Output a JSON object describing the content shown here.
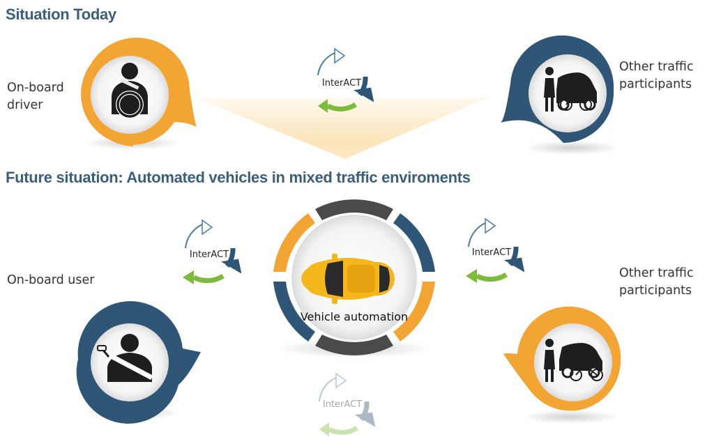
{
  "headings": {
    "today": "Situation Today",
    "future": "Future situation: Automated vehicles in mixed traffic enviroments"
  },
  "today": {
    "driver_label": [
      "On-board",
      "driver"
    ],
    "traffic_label": [
      "Other traffic",
      "participants"
    ],
    "cycle_label": "InterACT"
  },
  "future": {
    "user_label": "On-board user",
    "traffic_label": [
      "Other traffic",
      "participants"
    ],
    "cycle_left": "InterACT",
    "cycle_right": "InterACT",
    "cycle_bottom": "InterACT",
    "hub_label": "Vehicle automation"
  },
  "colors": {
    "heading": "#3a5e7c",
    "orange": "#f3a534",
    "navy": "#2f5577",
    "dark_segment": "#4a4a4a",
    "cycle_blue": "#4a7aa4",
    "cycle_green": "#7cbb3c",
    "car_body": "#f5b81c"
  },
  "icons": {
    "driver": "driver-with-steering-wheel-icon",
    "traffic": "pedestrian-car-bicycle-icon",
    "user": "seatbelt-passenger-icon",
    "cycle": "circular-arrows-icon",
    "vehicle": "car-top-view-icon"
  }
}
